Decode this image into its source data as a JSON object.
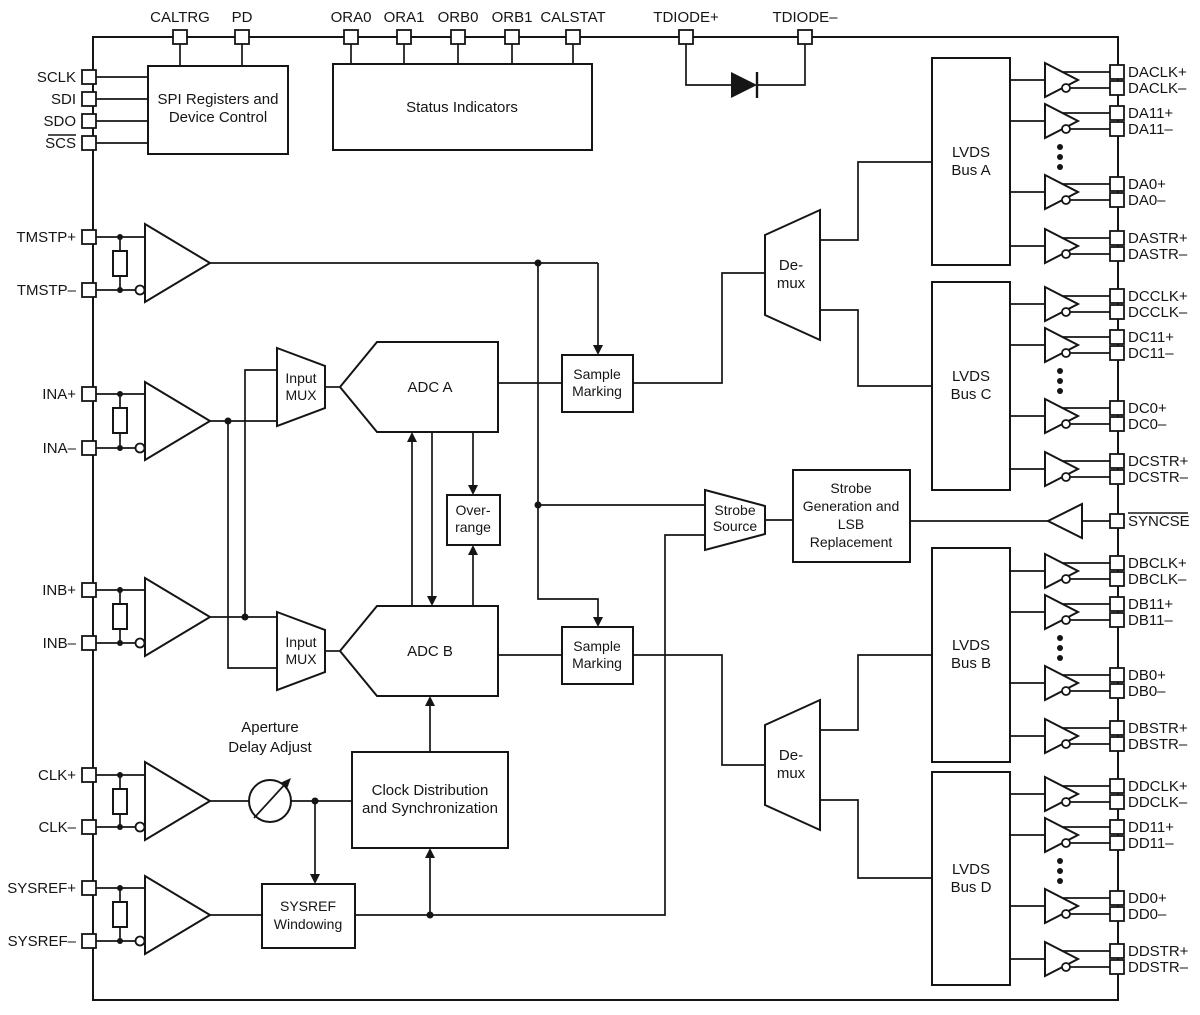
{
  "colors": {
    "ink": "#151515",
    "background": "#ffffff"
  },
  "pins": {
    "top": [
      "CALTRG",
      "PD",
      "ORA0",
      "ORA1",
      "ORB0",
      "ORB1",
      "CALSTAT",
      "TDIODE+",
      "TDIODE–"
    ],
    "left": [
      "SCLK",
      "SDI",
      "SDO",
      "SCS",
      "TMSTP+",
      "TMSTP–",
      "INA+",
      "INA–",
      "INB+",
      "INB–",
      "CLK+",
      "CLK–",
      "SYSREF+",
      "SYSREF–"
    ],
    "right": [
      "DACLK+",
      "DACLK–",
      "DA11+",
      "DA11–",
      "DA0+",
      "DA0–",
      "DASTR+",
      "DASTR–",
      "DCCLK+",
      "DCCLK–",
      "DC11+",
      "DC11–",
      "DC0+",
      "DC0–",
      "DCSTR+",
      "DCSTR–",
      "SYNCSE",
      "DBCLK+",
      "DBCLK–",
      "DB11+",
      "DB11–",
      "DB0+",
      "DB0–",
      "DBSTR+",
      "DBSTR–",
      "DDCLK+",
      "DDCLK–",
      "DD11+",
      "DD11–",
      "DD0+",
      "DD0–",
      "DDSTR+",
      "DDSTR–"
    ]
  },
  "blocks": {
    "spi": [
      "SPI Registers and",
      "Device Control"
    ],
    "status_indicators": "Status Indicators",
    "input_mux": [
      "Input",
      "MUX"
    ],
    "adc_a": "ADC A",
    "adc_b": "ADC B",
    "overrange": [
      "Over-",
      "range"
    ],
    "sample_marking": [
      "Sample",
      "Marking"
    ],
    "strobe_source": [
      "Strobe",
      "Source"
    ],
    "strobe_gen": [
      "Strobe",
      "Generation and",
      "LSB",
      "Replacement"
    ],
    "demux": [
      "De-",
      "mux"
    ],
    "lvds": {
      "line1": "LVDS",
      "bus_a": "Bus A",
      "bus_c": "Bus C",
      "bus_b": "Bus B",
      "bus_d": "Bus D"
    },
    "aperture": [
      "Aperture",
      "Delay Adjust"
    ],
    "clock_dist": [
      "Clock Distribution",
      "and Synchronization"
    ],
    "sysref_windowing": [
      "SYSREF",
      "Windowing"
    ]
  }
}
